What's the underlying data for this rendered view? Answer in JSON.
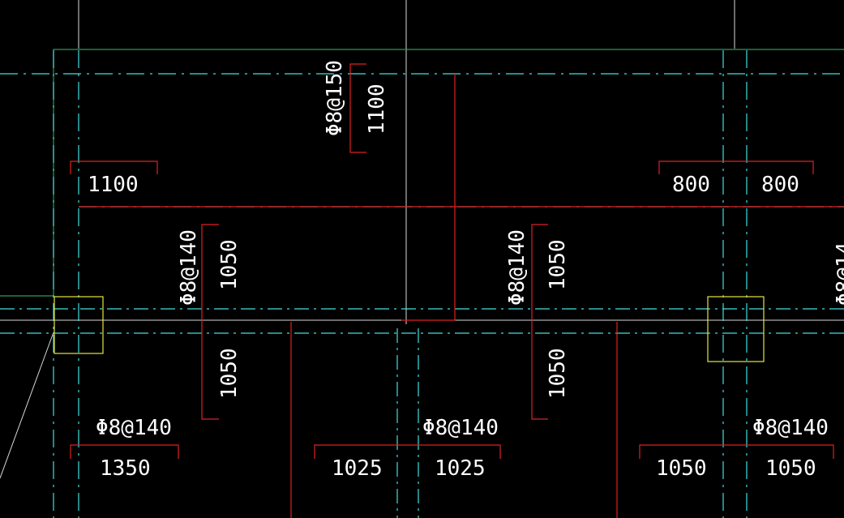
{
  "drawing": {
    "colors": {
      "background": "#000000",
      "rebar_line": "#e02020",
      "axis_line": "#40e0e0",
      "grid_line": "#d8d8d8",
      "slab_edge": "#2c9a56",
      "column": "#e6e640",
      "text": "#ffffff"
    },
    "rebar_labels": {
      "top": "Φ8@150",
      "mid_left": "Φ8@140",
      "mid_center": "Φ8@140",
      "right_edge_partial": "Φ8@14",
      "bottom_left": "Φ8@140",
      "bottom_center": "Φ8@140",
      "bottom_right": "Φ8@140"
    },
    "dimensions": {
      "top_vertical": "1100",
      "upper_left": "1100",
      "upper_right_left": "800",
      "upper_right_right": "800",
      "mid_left_upper": "1050",
      "mid_left_lower": "1050",
      "mid_center_upper": "1050",
      "mid_center_lower": "1050",
      "bottom_left": "1350",
      "bottom_center_left": "1025",
      "bottom_center_right": "1025",
      "bottom_right_left": "1050",
      "bottom_right_right": "1050"
    }
  }
}
